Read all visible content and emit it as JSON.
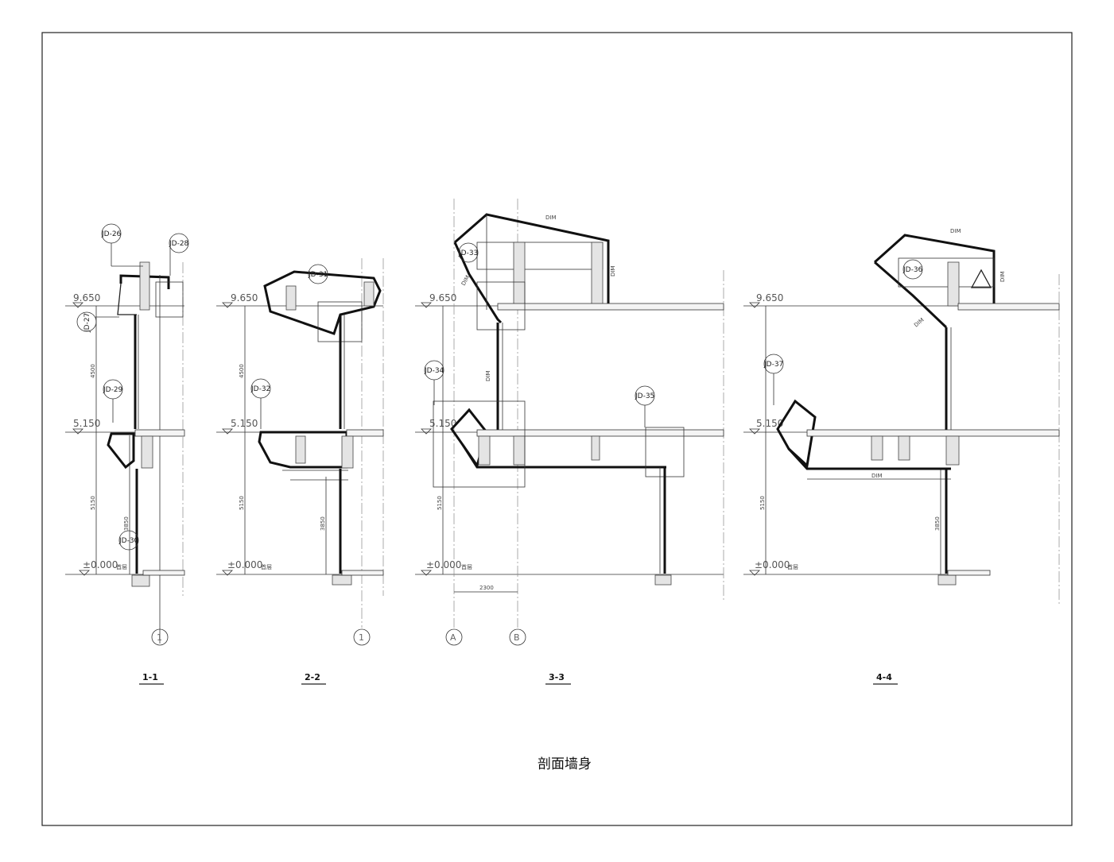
{
  "drawing": {
    "title": "剖面墙身",
    "levels": {
      "top": "9.650",
      "mid": "5.150",
      "ground": "±0.000",
      "ground_floor": "首层"
    },
    "dims": {
      "d4500": "4500",
      "d5150": "5150",
      "d3850": "3850",
      "d2300": "2300",
      "dim": "DIM"
    },
    "axes": {
      "one": "1",
      "a": "A",
      "b": "B"
    },
    "sections": [
      {
        "label": "1-1",
        "tags": [
          "JD-26",
          "JD-28",
          "JD-27",
          "JD-29",
          "JD-30"
        ]
      },
      {
        "label": "2-2",
        "tags": [
          "JD-31",
          "JD-32"
        ]
      },
      {
        "label": "3-3",
        "tags": [
          "JD-33",
          "JD-34",
          "JD-35"
        ]
      },
      {
        "label": "4-4",
        "tags": [
          "JD-36",
          "JD-37"
        ]
      }
    ]
  }
}
